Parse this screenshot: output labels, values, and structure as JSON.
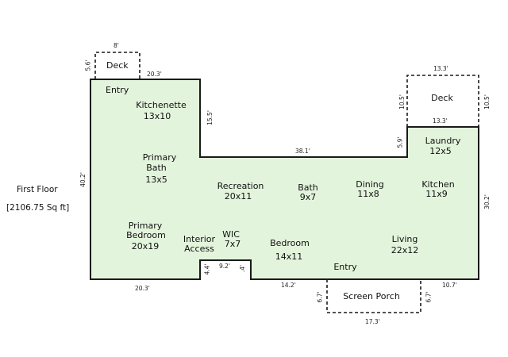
{
  "title": "First Floor",
  "area": "[2106.75 Sq ft]",
  "rooms": {
    "deck_left": "Deck",
    "entry_top": "Entry",
    "kitchenette": "Kitchenette",
    "kitchenette_size": "13x10",
    "primary_bath": "Primary",
    "primary_bath_2": "Bath",
    "primary_bath_size": "13x5",
    "primary_bedroom": "Primary",
    "primary_bedroom_2": "Bedroom",
    "primary_bedroom_size": "20x19",
    "interior_access": "Interior",
    "interior_access_2": "Access",
    "wic": "WIC",
    "wic_size": "7x7",
    "recreation": "Recreation",
    "recreation_size": "20x11",
    "bath": "Bath",
    "bath_size": "9x7",
    "dining": "Dining",
    "dining_size": "11x8",
    "kitchen": "Kitchen",
    "kitchen_size": "11x9",
    "laundry": "Laundry",
    "laundry_size": "12x5",
    "deck_right": "Deck",
    "bedroom": "Bedroom",
    "bedroom_size": "14x11",
    "living": "Living",
    "living_size": "22x12",
    "entry_bottom": "Entry",
    "screen_porch": "Screen Porch"
  },
  "dimensions": {
    "deck_left_width": "8'",
    "deck_left_depth": "5.6'",
    "top_left_width": "20.3'",
    "step_height": "15.5'",
    "middle_width": "38.1'",
    "deck_right_width": "13.3'",
    "deck_right_depth_left": "10.5'",
    "deck_right_depth_right": "10.5'",
    "deck_right_bottom": "13.3'",
    "laundry_step": "5.9'",
    "left_height": "40.2'",
    "right_height": "30.2'",
    "bottom_left_width": "20.3'",
    "notch_depth": "4.4'",
    "notch_width": "9.2'",
    "notch_right": ".4'",
    "bottom_mid_width": "14.2'",
    "bottom_right_width": "10.7'",
    "porch_left": "6.7'",
    "porch_right": "6.7'",
    "porch_width": "17.3'"
  },
  "colors": {
    "floor_fill": "#e3f4dc",
    "wall": "#1a1a1a"
  }
}
